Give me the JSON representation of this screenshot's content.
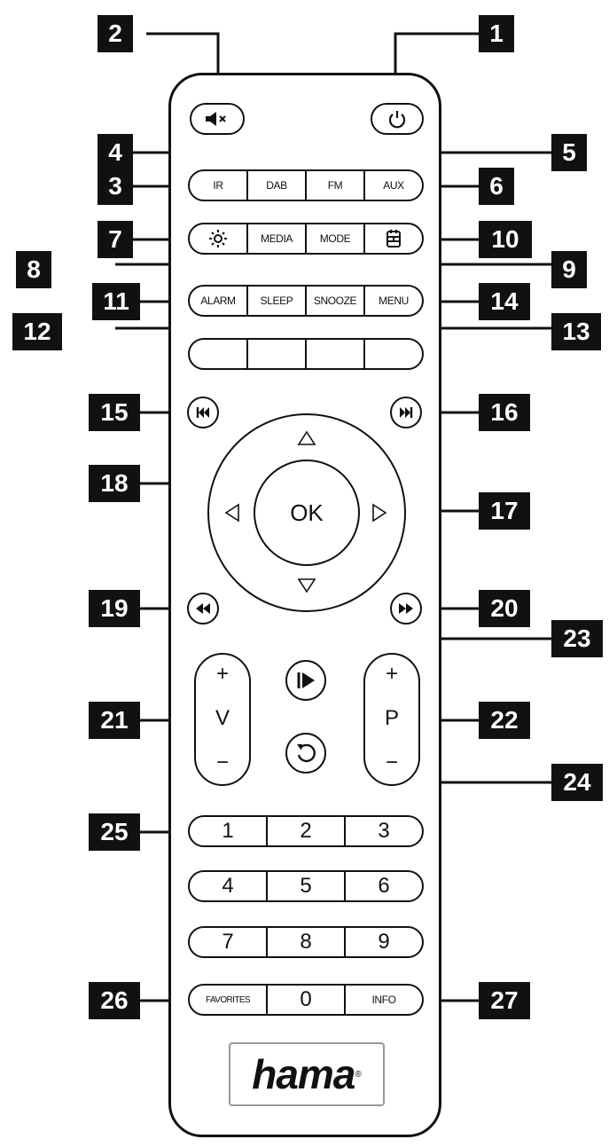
{
  "callouts": [
    "1",
    "2",
    "3",
    "4",
    "5",
    "6",
    "7",
    "8",
    "9",
    "10",
    "11",
    "12",
    "13",
    "14",
    "15",
    "16",
    "17",
    "18",
    "19",
    "20",
    "21",
    "22",
    "23",
    "24",
    "25",
    "26",
    "27"
  ],
  "rows": {
    "source": [
      "IR",
      "DAB",
      "FM",
      "AUX"
    ],
    "media": [
      "MEDIA",
      "MODE"
    ],
    "alarm": [
      "ALARM",
      "SLEEP",
      "SNOOZE",
      "MENU"
    ],
    "num1": [
      "1",
      "2",
      "3"
    ],
    "num2": [
      "4",
      "5",
      "6"
    ],
    "num3": [
      "7",
      "8",
      "9"
    ],
    "last": [
      "FAVORITES",
      "0",
      "INFO"
    ]
  },
  "nav": {
    "ok": "OK"
  },
  "volume": {
    "plus": "+",
    "letter": "V",
    "minus": "−"
  },
  "program": {
    "plus": "+",
    "letter": "P",
    "minus": "−"
  },
  "brand": {
    "name": "hama",
    "mark": "®"
  },
  "icons": {
    "mute": "speaker-mute-icon",
    "power": "power-icon",
    "brightness": "sun-icon",
    "epg": "calendar-icon",
    "prev": "skip-back-icon",
    "next": "skip-forward-icon",
    "rewind": "rewind-icon",
    "forward": "fast-forward-icon",
    "play": "play-pause-icon",
    "back": "back-icon"
  }
}
